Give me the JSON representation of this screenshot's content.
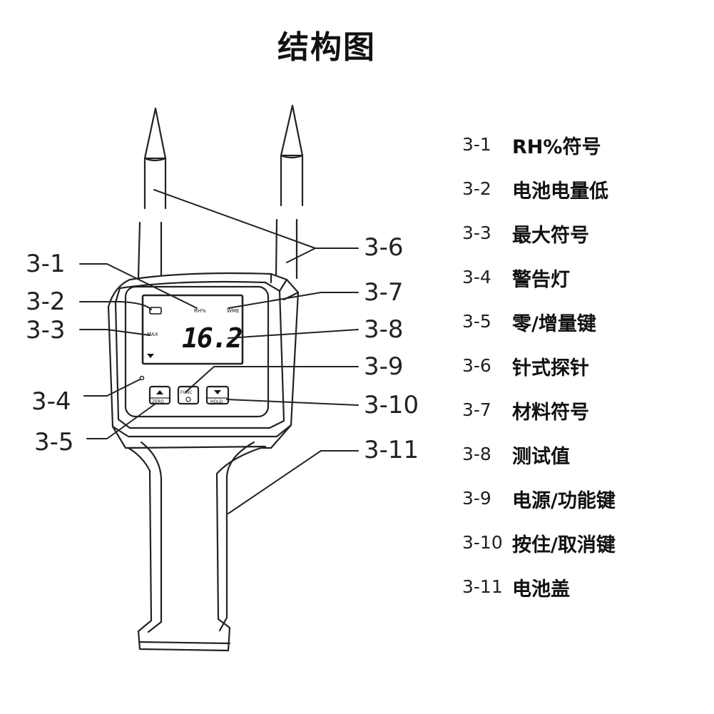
{
  "title": "结构图",
  "device": {
    "display_value": "16.2",
    "icons": {
      "rh": "RH%",
      "material": "WME",
      "max": "MAX"
    },
    "buttons": {
      "zero_label": "ZERO",
      "func_label": "FUNC",
      "hold_label": "HOLD"
    }
  },
  "callouts": [
    {
      "id": "3-1",
      "label": "3-1"
    },
    {
      "id": "3-2",
      "label": "3-2"
    },
    {
      "id": "3-3",
      "label": "3-3"
    },
    {
      "id": "3-4",
      "label": "3-4"
    },
    {
      "id": "3-5",
      "label": "3-5"
    },
    {
      "id": "3-6",
      "label": "3-6"
    },
    {
      "id": "3-7",
      "label": "3-7"
    },
    {
      "id": "3-8",
      "label": "3-8"
    },
    {
      "id": "3-9",
      "label": "3-9"
    },
    {
      "id": "3-10",
      "label": "3-10"
    },
    {
      "id": "3-11",
      "label": "3-11"
    }
  ],
  "legend": [
    {
      "code": "3-1",
      "text": "RH%符号"
    },
    {
      "code": "3-2",
      "text": "电池电量低"
    },
    {
      "code": "3-3",
      "text": "最大符号"
    },
    {
      "code": "3-4",
      "text": "警告灯"
    },
    {
      "code": "3-5",
      "text": "零/增量键"
    },
    {
      "code": "3-6",
      "text": "针式探针"
    },
    {
      "code": "3-7",
      "text": "材料符号"
    },
    {
      "code": "3-8",
      "text": "测试值"
    },
    {
      "code": "3-9",
      "text": "电源/功能键"
    },
    {
      "code": "3-10",
      "text": "按住/取消键"
    },
    {
      "code": "3-11",
      "text": "电池盖"
    }
  ]
}
